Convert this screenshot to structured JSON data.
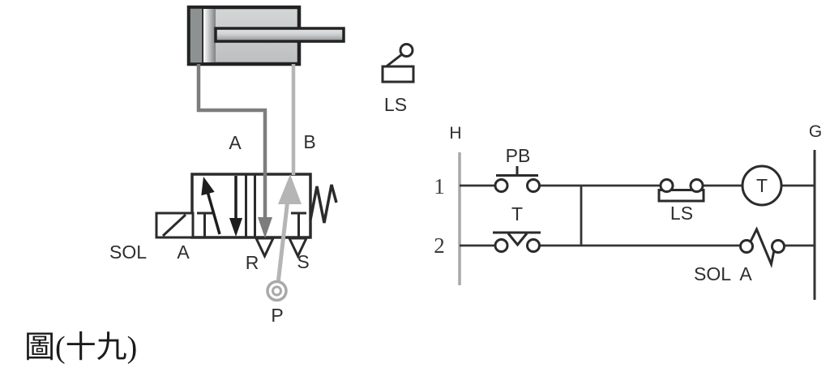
{
  "colors": {
    "outline": "#2b2b2b",
    "tube_a_dark": "#7d7d7d",
    "tube_b_light": "#b5b5b5",
    "left_rail_gray": "#a8a8a8",
    "cylinder_body": "#c7caca",
    "cylinder_cap": "#8d9192"
  },
  "pneumatic": {
    "port_a": "A",
    "port_b": "B",
    "port_r": "R",
    "port_s": "S",
    "port_p": "P",
    "solenoid": "SOL",
    "solenoid_id": "A",
    "limit_switch": "LS"
  },
  "ladder": {
    "left_rail": "H",
    "right_rail": "G",
    "rung_1": "1",
    "rung_2": "2",
    "push_button": "PB",
    "timer_contact": "T",
    "limit_switch_contact": "LS",
    "timer_coil": "T",
    "solenoid": "SOL",
    "solenoid_id": "A"
  },
  "caption": "圖(十九)"
}
